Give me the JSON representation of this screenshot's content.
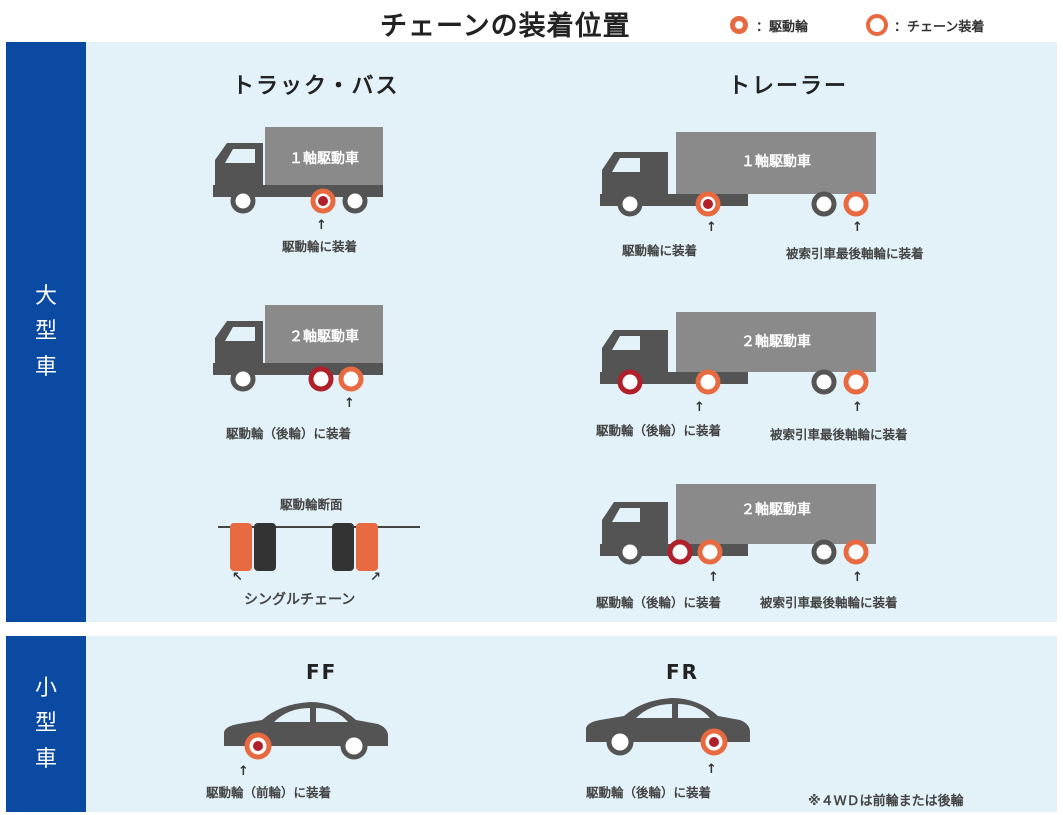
{
  "title": "チェーンの装着位置",
  "legend": {
    "drive": "：駆動輪",
    "chain": "：チェーン装着"
  },
  "large": {
    "label": [
      "大",
      "型",
      "車"
    ],
    "truck_head": "トラック・バス",
    "trailer_head": "トレーラー",
    "truck1": {
      "box": "１軸駆動車",
      "caption": "駆動輪に装着"
    },
    "truck2": {
      "box": "２軸駆動車",
      "caption": "駆動輪（後輪）に装着"
    },
    "section": {
      "title": "駆動輪断面",
      "caption": "シングルチェーン"
    },
    "trailer1": {
      "box": "１軸駆動車",
      "cap_left": "駆動輪に装着",
      "cap_right": "被索引車最後軸輪に装着"
    },
    "trailer2": {
      "box": "２軸駆動車",
      "cap_left": "駆動輪（後輪）に装着",
      "cap_right": "被索引車最後軸輪に装着"
    },
    "trailer3": {
      "box": "２軸駆動車",
      "cap_left": "駆動輪（後輪）に装着",
      "cap_right": "被索引車最後軸輪に装着"
    }
  },
  "small": {
    "label": [
      "小",
      "型",
      "車"
    ],
    "ff": {
      "head": "FF",
      "caption": "駆動輪（前輪）に装着"
    },
    "fr": {
      "head": "FR",
      "caption": "駆動輪（後輪）に装着"
    },
    "note": "※４ＷＤは前輪または後輪"
  },
  "colors": {
    "band": "#0a4aa3",
    "panel": "#e2f2f8",
    "body": "#545454",
    "box": "#8a8a8a",
    "drive": "#b0202a",
    "chain": "#e86a40"
  }
}
